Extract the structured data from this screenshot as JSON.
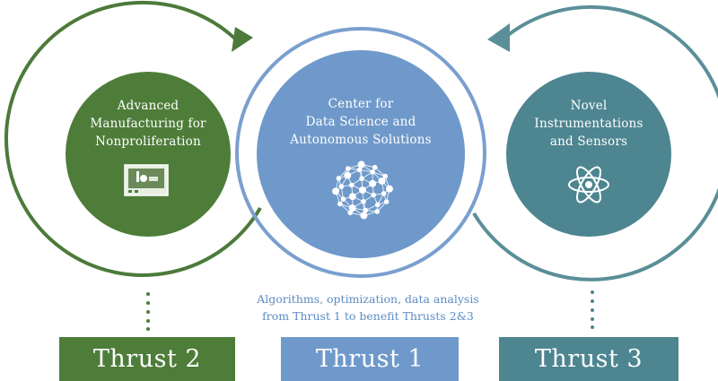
{
  "colors": {
    "green": "#4e7d3a",
    "green_ring": "#4c7a3a",
    "blue": "#6f99ca",
    "blue_ring": "#7a9fcf",
    "teal": "#4d8590",
    "teal_ring": "#5a8f98",
    "caption": "#5d8cc4"
  },
  "circles": {
    "left": {
      "lines": [
        "Advanced",
        "Manufacturing for",
        "Nonproliferation"
      ],
      "icon": "3d-printer-icon"
    },
    "center": {
      "lines": [
        "Center for",
        "Data Science and",
        "Autonomous Solutions"
      ],
      "icon": "network-globe-icon"
    },
    "right": {
      "lines": [
        "Novel",
        "Instrumentations",
        "and Sensors"
      ],
      "icon": "atom-icon"
    }
  },
  "caption": {
    "line1": "Algorithms, optimization, data analysis",
    "line2": "from Thrust 1 to benefit Thrusts 2&3"
  },
  "thrusts": {
    "left": "Thrust 2",
    "center": "Thrust 1",
    "right": "Thrust 3"
  }
}
